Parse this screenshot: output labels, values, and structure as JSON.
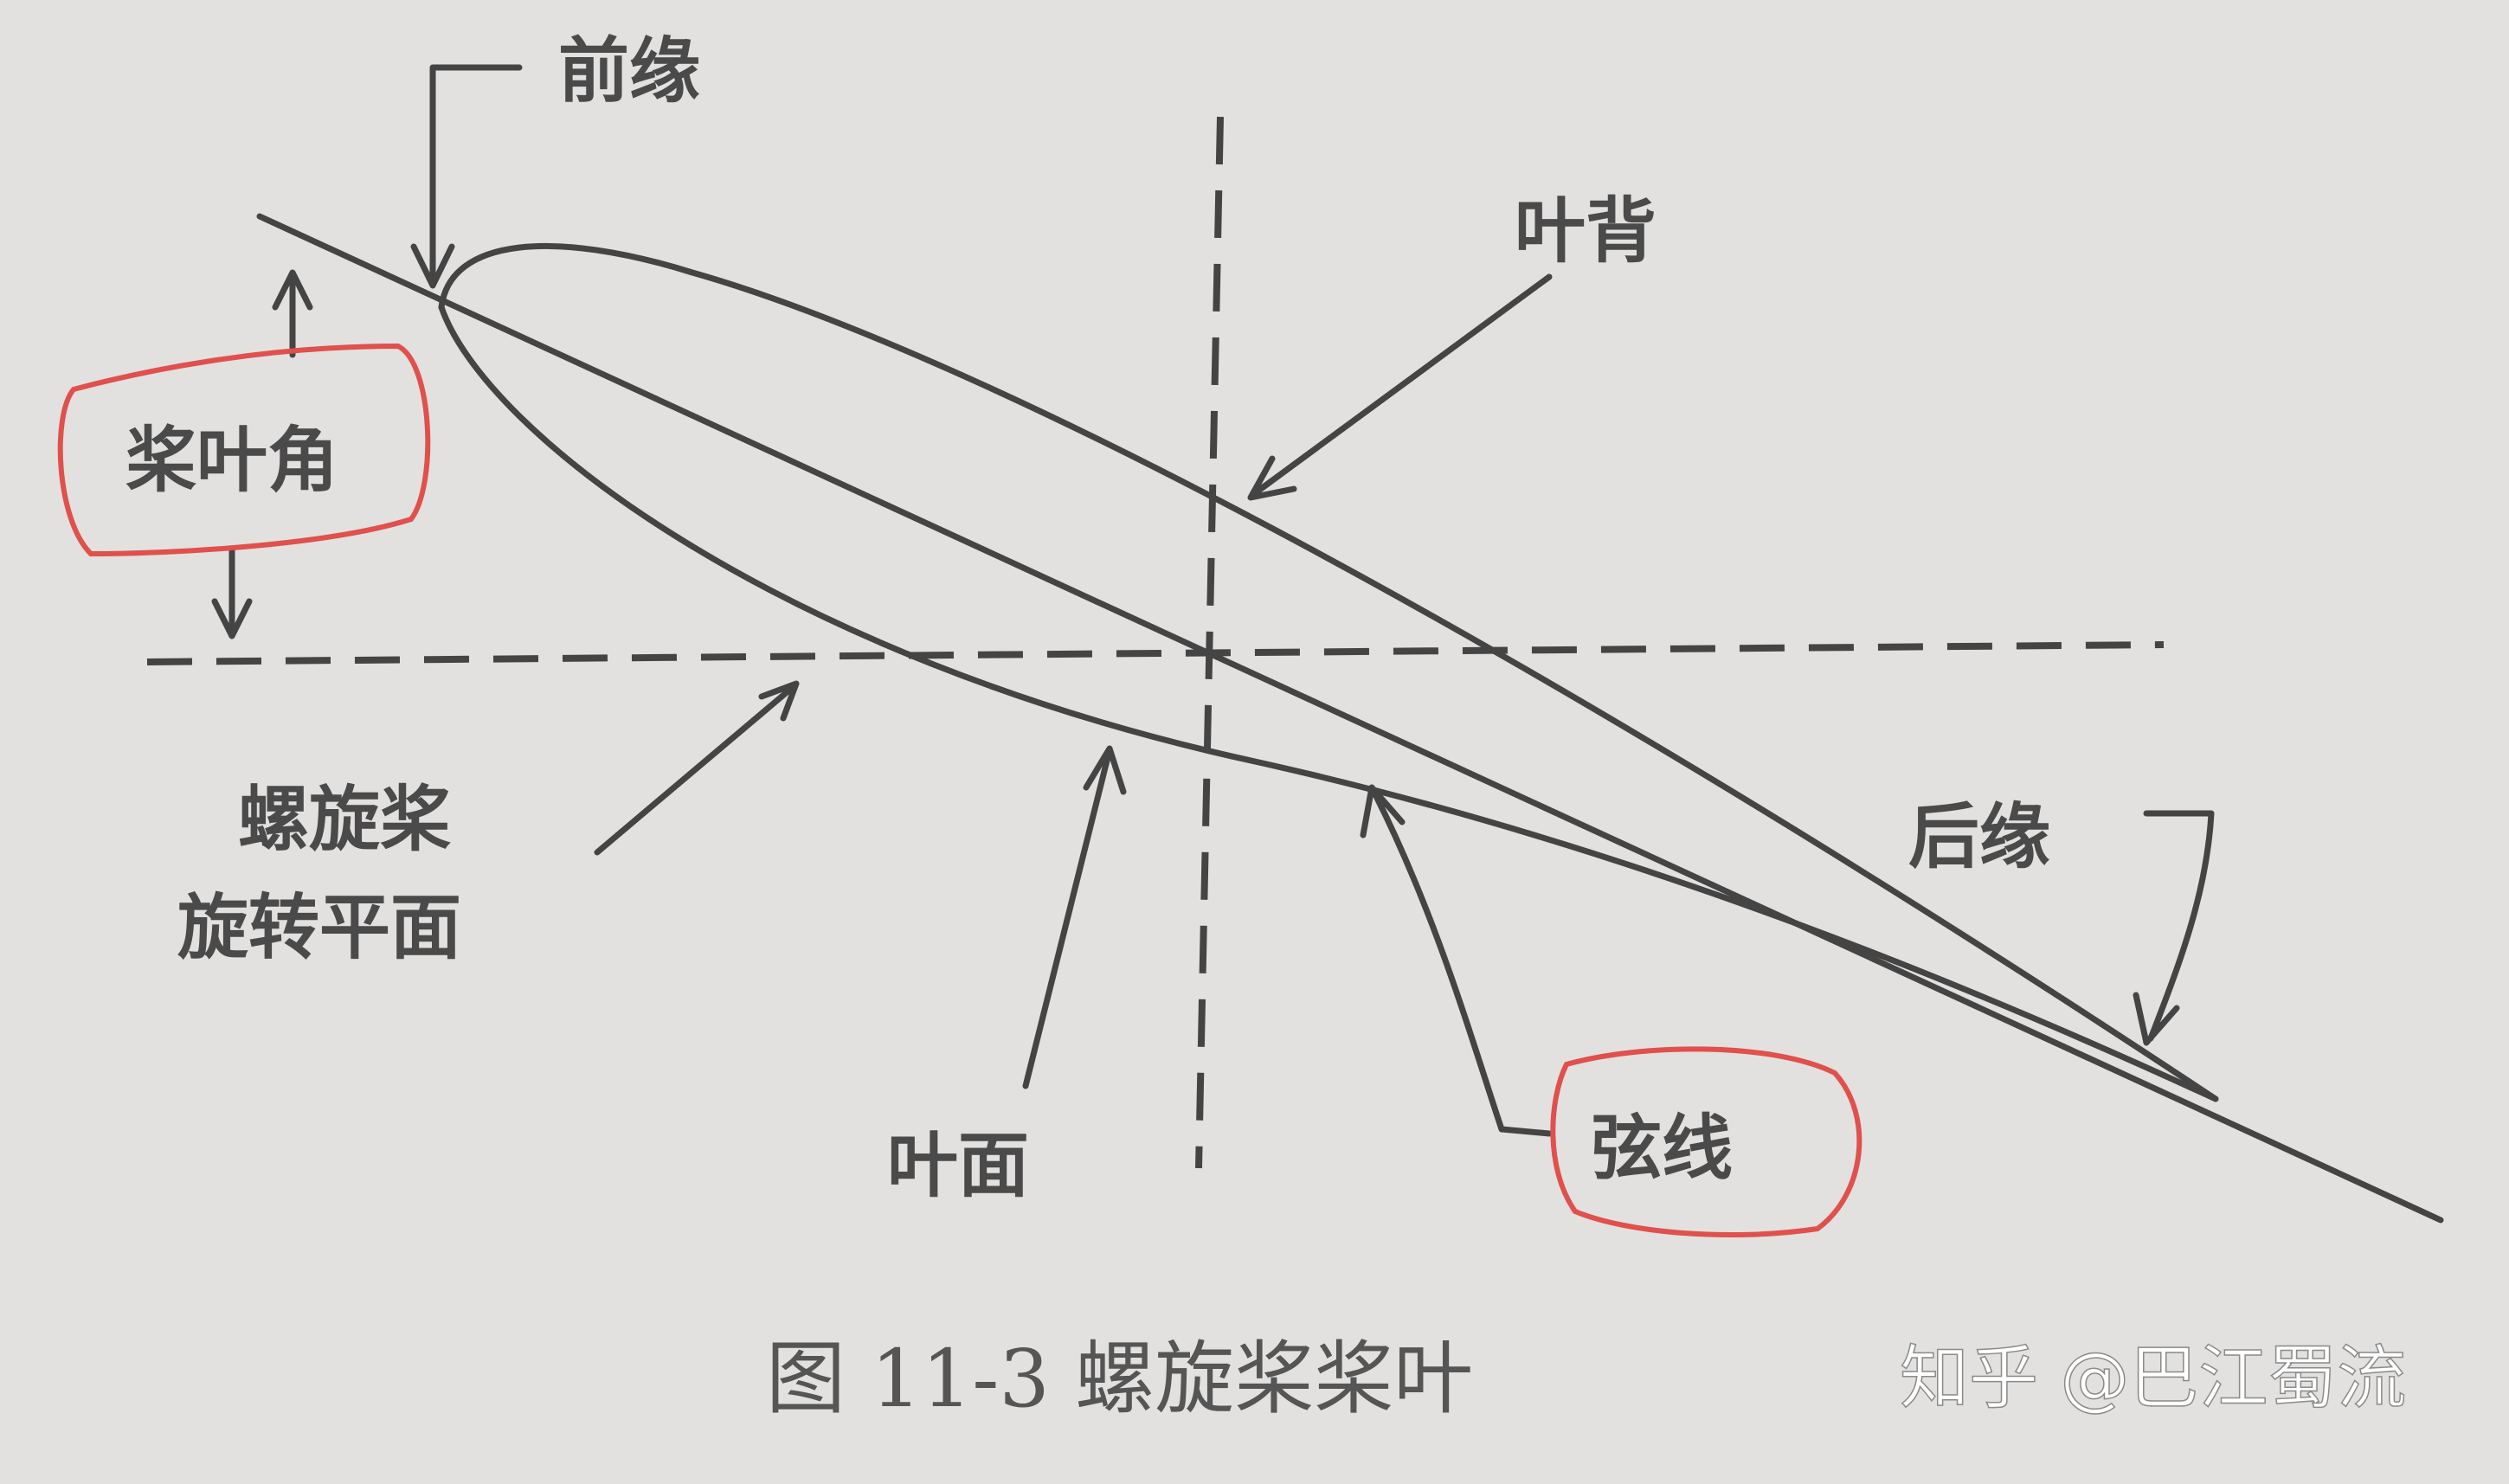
{
  "labels": {
    "leading_edge": "前缘",
    "blade_back": "叶背",
    "blade_angle": "桨叶角",
    "rotation_plane_line1": "螺旋桨",
    "rotation_plane_line2": "旋转平面",
    "blade_face": "叶面",
    "trailing_edge": "后缘",
    "chord_line": "弦线"
  },
  "caption": "图 11-3 螺旋桨桨叶",
  "watermark": "知乎 @巴江蜀流",
  "colors": {
    "background": "#e2e1df",
    "ink": "#444444",
    "highlight": "#e0504c"
  }
}
